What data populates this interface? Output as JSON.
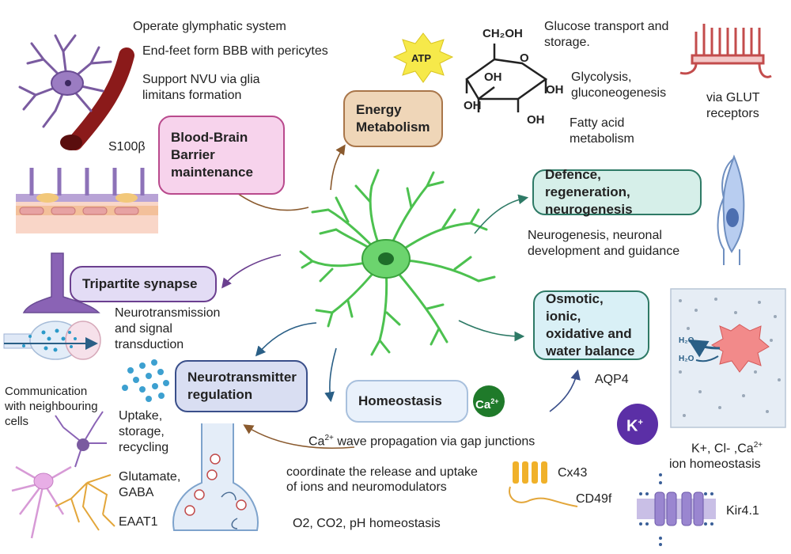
{
  "boxes": {
    "energy": "Energy\nMetabolism",
    "bbb": "Blood-Brain\nBarrier\nmaintenance",
    "defence": "Defence, regeneration,\nneurogenesis",
    "tripartite": "Tripartite synapse",
    "osmotic": "Osmotic, ionic,\noxidative and\nwater balance",
    "nt_regulation": "Neurotransmitter\nregulation",
    "homeostasis": "Homeostasis"
  },
  "bbb_notes": {
    "glymphatic": "Operate glymphatic system",
    "endfeet": "End-feet form BBB with pericytes",
    "nvu_line1": "Support NVU via glia",
    "nvu_line2": "limitans formation",
    "s100b": "S100β"
  },
  "energy_notes": {
    "atp": "ATP",
    "glucose_line1": "Glucose transport and",
    "glucose_line2": "storage.",
    "glycolysis_line1": "Glycolysis,",
    "glycolysis_line2": "gluconeogenesis",
    "fatty_line1": "Fatty acid",
    "fatty_line2": "metabolism",
    "glut_line1": "via GLUT",
    "glut_line2": "receptors",
    "ch2oh": "CH₂OH",
    "oh": "OH",
    "ring_o": "O"
  },
  "defence_notes": {
    "line1": "Neurogenesis, neuronal",
    "line2": "development and guidance"
  },
  "tripartite_notes": {
    "line1": "Neurotransmission",
    "line2": "and signal",
    "line3": "transduction"
  },
  "communication": {
    "line1": "Communication",
    "line2": "with neighbouring",
    "line3": "cells"
  },
  "nt_notes": {
    "uptake_line1": "Uptake,",
    "uptake_line2": "storage,",
    "uptake_line3": "recycling",
    "glu_line1": "Glutamate,",
    "glu_line2": "GABA",
    "eaat1": "EAAT1"
  },
  "homeostasis_notes": {
    "ca_badge": "Ca",
    "ca_sup": "2+",
    "wave_ca": "Ca",
    "wave_sup": "2+",
    "wave_rest": "wave propagation via gap junctions",
    "coord_line1": "coordinate the release and uptake",
    "coord_line2": "of ions and neuromodulators",
    "o2": "O2, CO2, pH homeostasis",
    "cx43": "Cx43",
    "cd49f": "CD49f"
  },
  "osmotic_notes": {
    "aqp4": "AQP4",
    "h2o_top": "H₂O",
    "h2o_bottom": "H₂O",
    "k_badge": "K",
    "k_sup": "+",
    "ions_line1": "K+, Cl- ,Ca",
    "ions_sup": "2+",
    "ions_line2": "ion homeostasis",
    "kir": "Kir4.1"
  },
  "colors": {
    "astrocyte": "#4cc14f",
    "bbb_fill": "#f7d3ec",
    "energy_fill": "#efd6b8",
    "defence_fill": "#d6efe9",
    "tripartite_fill": "#e3dcf5",
    "osmotic_fill": "#d9f0f6",
    "nt_fill": "#d9def2",
    "homeostasis_fill": "#e9f1fb"
  }
}
